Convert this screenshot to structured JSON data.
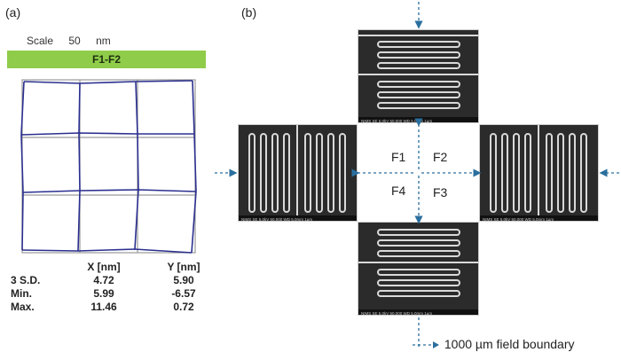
{
  "panel_a": {
    "label": "(a)",
    "scale_label": "Scale",
    "scale_value": "50",
    "scale_unit": "nm",
    "field_title": "F1-F2",
    "table": {
      "headers": [
        "",
        "X [nm]",
        "Y [nm]"
      ],
      "rows": [
        [
          "3 S.D.",
          "4.72",
          "5.90"
        ],
        [
          "Min.",
          "5.99",
          "-6.57"
        ],
        [
          "Max.",
          "11.46",
          "0.72"
        ]
      ]
    },
    "colors": {
      "reference_grid": "#9a9a9a",
      "measured_grid": "#2b2f8f",
      "bar": "#8fcc4a"
    }
  },
  "panel_b": {
    "label": "(b)",
    "fields": [
      "F1",
      "F2",
      "F4",
      "F3"
    ],
    "legend": "1000 µm field boundary",
    "colors": {
      "arrow": "#2a6f9e",
      "sem_bg": "#2b2b2b",
      "sem_line": "#d9d9d9"
    },
    "sem_caption": "NIMS  SE  5.0kV  50,000  WD 5.0mm  1µm"
  }
}
